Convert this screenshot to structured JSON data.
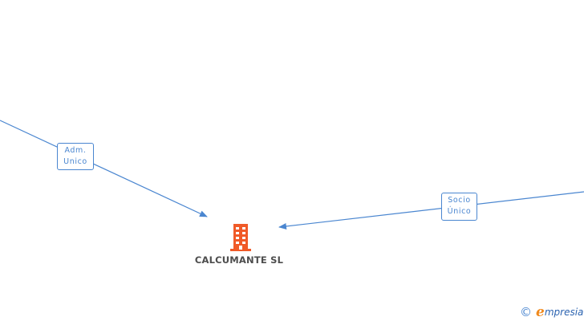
{
  "diagram": {
    "company": {
      "name": "CALCUMANTE SL",
      "icon": "building-icon"
    },
    "relations": [
      {
        "line1": "Adm.",
        "line2": "Unico"
      },
      {
        "line1": "Socio",
        "line2": "Único"
      }
    ]
  },
  "watermark": {
    "symbol": "©",
    "brand_initial": "e",
    "brand_rest": "mpresia"
  },
  "colors": {
    "edge": "#4a86d0",
    "building": "#f05a28",
    "label_text": "#4d4d4d"
  }
}
